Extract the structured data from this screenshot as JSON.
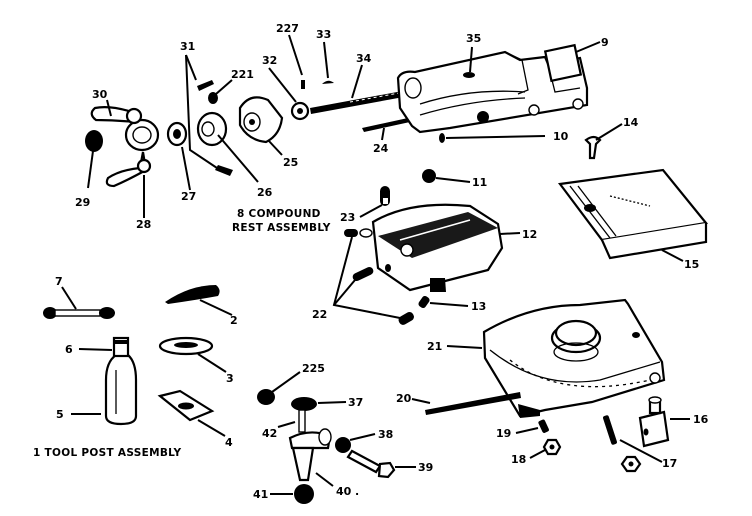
{
  "diagram": {
    "title": "Compound Rest and Tool Post Exploded Parts Diagram",
    "assemblies": [
      {
        "key": "compound",
        "number": "8",
        "label": "8 COMPOUND",
        "label2": "REST ASSEMBLY"
      },
      {
        "key": "toolpost",
        "number": "1",
        "label": "1 TOOL POST ASSEMBLY"
      }
    ],
    "parts": {
      "p2": "2",
      "p3": "3",
      "p4": "4",
      "p5": "5",
      "p6": "6",
      "p7": "7",
      "p9": "9",
      "p10": "10",
      "p11": "11",
      "p12": "12",
      "p13": "13",
      "p14": "14",
      "p15": "15",
      "p16": "16",
      "p17": "17",
      "p18": "18",
      "p19": "19",
      "p20": "20",
      "p21": "21",
      "p22": "22",
      "p23": "23",
      "p24": "24",
      "p25": "25",
      "p26": "26",
      "p27": "27",
      "p28": "28",
      "p29": "29",
      "p30": "30",
      "p31": "31",
      "p32": "32",
      "p33": "33",
      "p34": "34",
      "p35": "35",
      "p37": "37",
      "p38": "38",
      "p39": "39",
      "p40": "40",
      "p41": "41",
      "p42": "42",
      "p221": "221",
      "p225": "225",
      "p227": "227"
    },
    "colors": {
      "ink": "#000000",
      "paper": "#ffffff"
    }
  }
}
